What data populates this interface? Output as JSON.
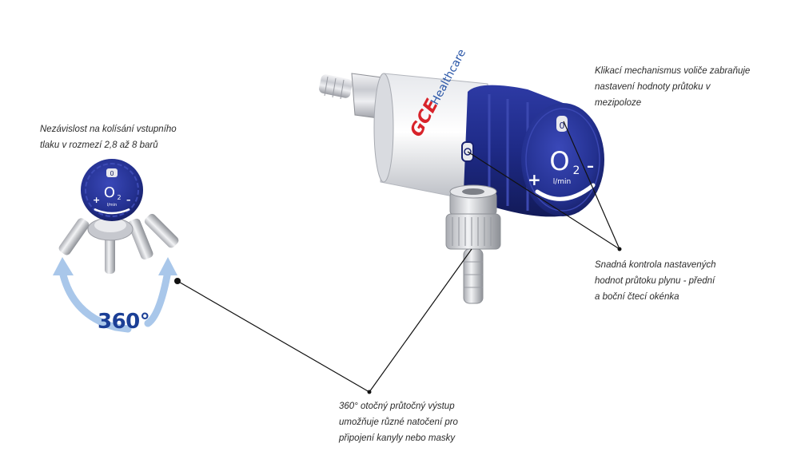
{
  "captions": {
    "pressure": "Nezávislost na kolísání vstupního\ntlaku v rozmezí 2,8 až 8 barů",
    "click_mechanism": "Klikací mechanismus voliče zabraňuje\nnastavení hodnoty průtoku v\nmezipoloze",
    "windows": "Snadná kontrola nastavených\nhodnot průtoku plynu - přední\na boční čtecí okénka",
    "outlet": "360° otočný průtočný výstup\numožňuje různé natočení pro\npřipojení kanyly nebo masky"
  },
  "rotation_label": "360°",
  "device": {
    "brand_logo": "GCE",
    "brand_name": "Healthcare",
    "dial_gas": "O",
    "dial_gas_sub": "2",
    "dial_unit": "l/min",
    "dial_value": "0",
    "plus": "+",
    "minus": "–"
  },
  "colors": {
    "knob_blue": "#24309a",
    "label_blue": "#1b3f96",
    "arrow_blue": "#a9c7ea",
    "logo_red": "#d8232a",
    "leader_line": "#111111"
  }
}
